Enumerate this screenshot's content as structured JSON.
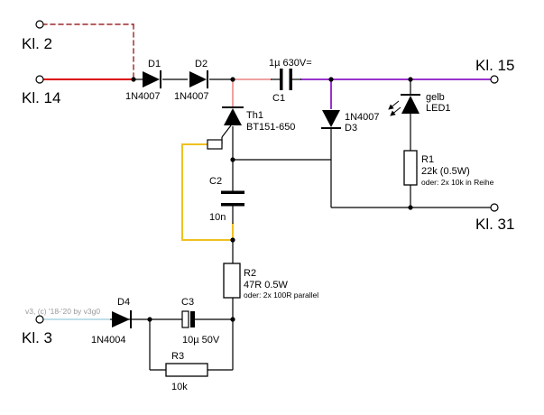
{
  "terminals": {
    "kl2": "Kl. 2",
    "kl14": "Kl. 14",
    "kl15": "Kl. 15",
    "kl31": "Kl. 31",
    "kl3": "Kl. 3"
  },
  "components": {
    "d1": {
      "name": "D1",
      "type": "1N4007"
    },
    "d2": {
      "name": "D2",
      "type": "1N4007"
    },
    "c1": {
      "name": "C1",
      "value": "1µ 630V="
    },
    "th1": {
      "name": "Th1",
      "type": "BT151-650"
    },
    "d3": {
      "name": "D3",
      "type": "1N4007"
    },
    "led1": {
      "name": "LED1",
      "color": "gelb"
    },
    "r1": {
      "name": "R1",
      "value": "22k (0.5W)",
      "note": "oder: 2x 10k in Reihe"
    },
    "c2": {
      "name": "C2",
      "value": "10n"
    },
    "r2": {
      "name": "R2",
      "value": "47R 0.5W",
      "note": "oder: 2x 100R parallel"
    },
    "d4": {
      "name": "D4",
      "type": "1N4004"
    },
    "c3": {
      "name": "C3",
      "value": "10µ 50V"
    },
    "r3": {
      "name": "R3",
      "value": "10k"
    }
  },
  "version": "v3, (c) '18-'20 by v3g0",
  "colors": {
    "wire": "#000000",
    "kl14_wire": "#dd0000",
    "kl2_wire": "#880000",
    "kl15_wire": "#9933cc",
    "pink_wire": "#f0a0a0",
    "gate_wire": "#f0c020",
    "kl3_wire": "#99ccdd"
  }
}
